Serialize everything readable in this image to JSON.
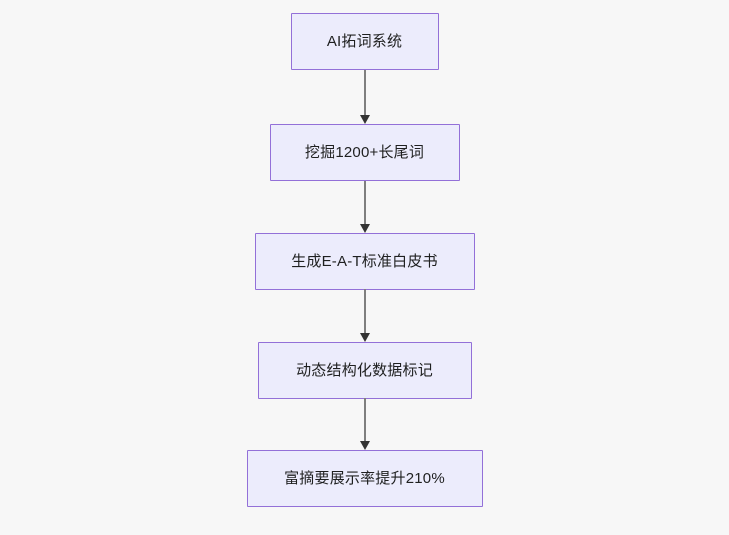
{
  "diagram": {
    "type": "flowchart",
    "orientation": "top-to-bottom",
    "background_color": "#f7f7f7",
    "node_fill_color": "#ececfc",
    "node_border_color": "#9370d8",
    "node_text_color": "#1f2020",
    "connector_color": "#7f7f7f",
    "arrowhead_color": "#333333",
    "nodes": [
      {
        "id": "n1",
        "label": "AI拓词系统"
      },
      {
        "id": "n2",
        "label": "挖掘1200+长尾词"
      },
      {
        "id": "n3",
        "label": "生成E-A-T标准白皮书"
      },
      {
        "id": "n4",
        "label": "动态结构化数据标记"
      },
      {
        "id": "n5",
        "label": "富摘要展示率提升210%"
      }
    ],
    "edges": [
      {
        "from": "n1",
        "to": "n2",
        "label": ""
      },
      {
        "from": "n2",
        "to": "n3",
        "label": ""
      },
      {
        "from": "n3",
        "to": "n4",
        "label": ""
      },
      {
        "from": "n4",
        "to": "n5",
        "label": ""
      }
    ]
  }
}
